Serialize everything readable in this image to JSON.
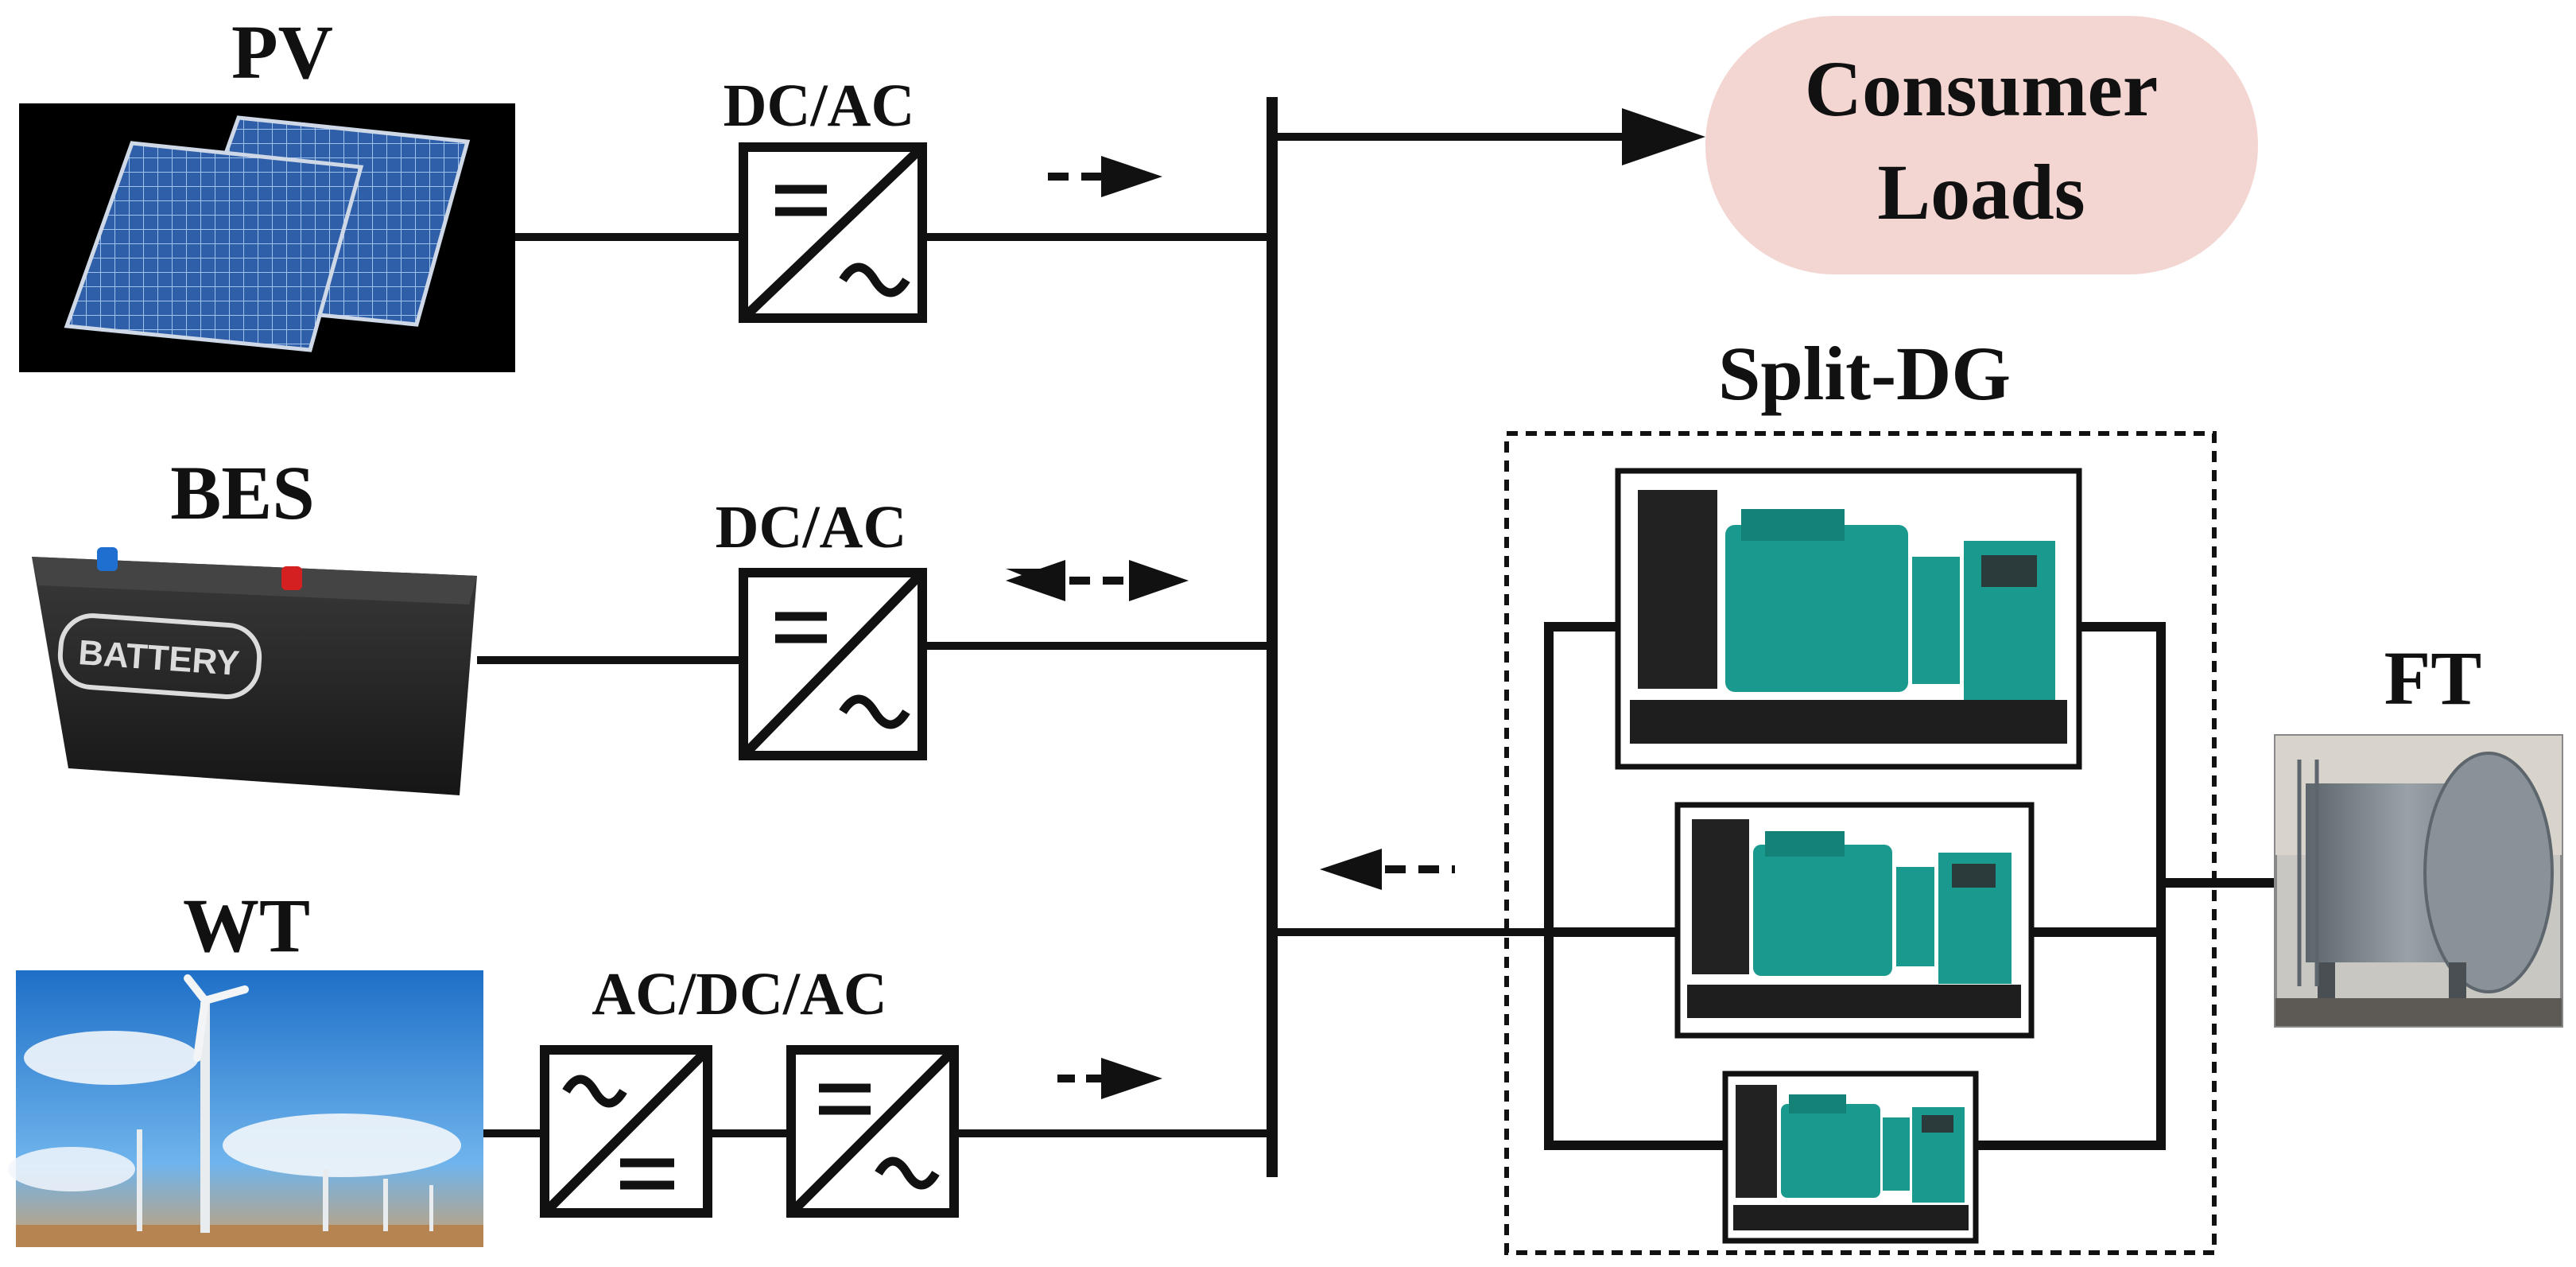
{
  "labels": {
    "pv": "PV",
    "bes": "BES",
    "wt": "WT",
    "ft": "FT",
    "split_dg": "Split-DG",
    "conv_pv": "DC/AC",
    "conv_bes": "DC/AC",
    "conv_wt": "AC/DC/AC",
    "consumer_line1": "Consumer",
    "consumer_line2": "Loads",
    "battery_text": "BATTERY"
  },
  "colors": {
    "line": "#111111",
    "consumer_fill": "#f3d6d2",
    "panel_bg": "#000000",
    "solar_cell": "#2f5fa8",
    "generator_teal": "#1a9a8e",
    "tank_gray": "#7c858d",
    "sky_blue": "#3a8fd8",
    "battery_body": "#2b2b2b",
    "battery_plus": "#d42020",
    "battery_minus": "#1f6fd0"
  }
}
